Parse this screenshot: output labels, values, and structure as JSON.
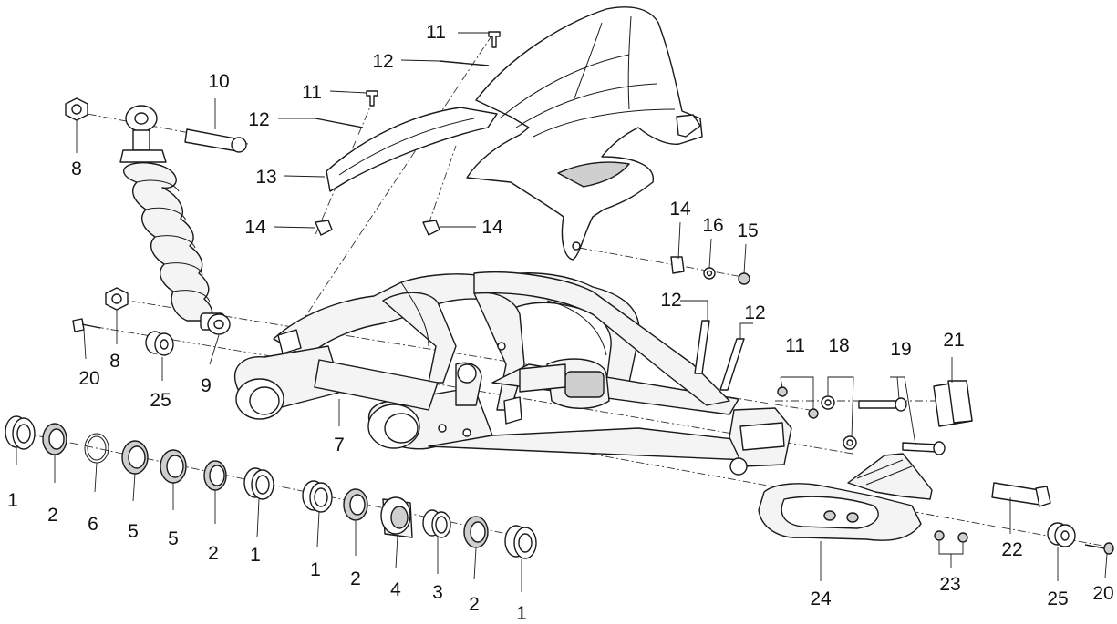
{
  "callouts": {
    "c1": "1",
    "c2": "2",
    "c3": "3",
    "c4": "4",
    "c5": "5",
    "c6": "6",
    "c7": "7",
    "c8": "8",
    "c9": "9",
    "c10": "10",
    "c11": "11",
    "c12": "12",
    "c13": "13",
    "c14": "14",
    "c15": "15",
    "c16": "16",
    "c18": "18",
    "c19": "19",
    "c20": "20",
    "c21": "21",
    "c22": "22",
    "c23": "23",
    "c24": "24",
    "c25": "25"
  }
}
